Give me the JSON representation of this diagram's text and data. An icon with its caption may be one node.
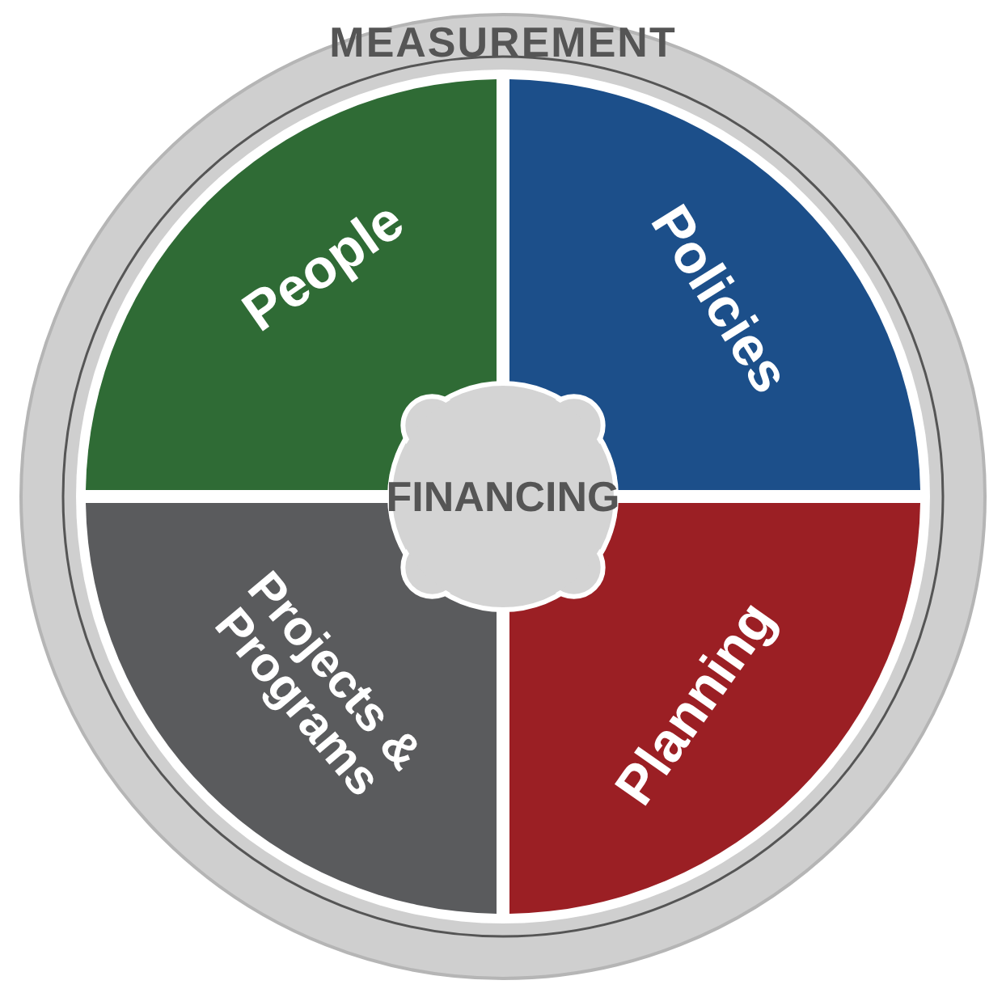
{
  "diagram": {
    "nodes": [
      {
        "text": [
          "MEASUREMENT"
        ]
      },
      {
        "text": [
          "People"
        ],
        "in": 0
      },
      {
        "text": [
          "Policies"
        ],
        "in": 0
      },
      {
        "text": [
          "Projects & Programs"
        ],
        "in": 0
      },
      {
        "text": [
          "Planning"
        ],
        "in": 0
      },
      {
        "text": [
          "FINANCING"
        ],
        "in": 0
      }
    ]
  }
}
